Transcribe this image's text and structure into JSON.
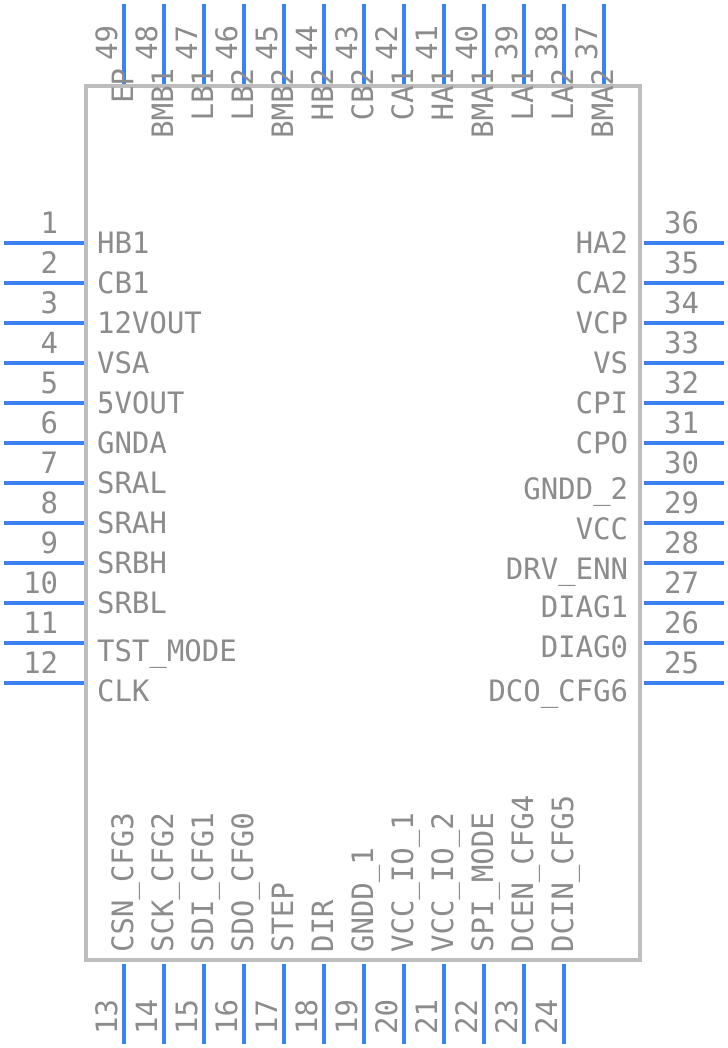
{
  "pins": {
    "left": [
      {
        "number": "1",
        "name": "HB1"
      },
      {
        "number": "2",
        "name": "CB1"
      },
      {
        "number": "3",
        "name": "12VOUT"
      },
      {
        "number": "4",
        "name": "VSA"
      },
      {
        "number": "5",
        "name": "5VOUT"
      },
      {
        "number": "6",
        "name": "GNDA"
      },
      {
        "number": "7",
        "name": "SRAL"
      },
      {
        "number": "8",
        "name": "SRAH"
      },
      {
        "number": "9",
        "name": "SRBH"
      },
      {
        "number": "10",
        "name": "SRBL"
      },
      {
        "number": "11",
        "name": "TST_MODE"
      },
      {
        "number": "12",
        "name": "CLK"
      }
    ],
    "right": [
      {
        "number": "36",
        "name": "HA2"
      },
      {
        "number": "35",
        "name": "CA2"
      },
      {
        "number": "34",
        "name": "VCP"
      },
      {
        "number": "33",
        "name": "VS"
      },
      {
        "number": "32",
        "name": "CPI"
      },
      {
        "number": "31",
        "name": "CPO"
      },
      {
        "number": "30",
        "name": "GNDD_2"
      },
      {
        "number": "29",
        "name": "VCC"
      },
      {
        "number": "28",
        "name": "DRV_ENN"
      },
      {
        "number": "27",
        "name": "DIAG1"
      },
      {
        "number": "26",
        "name": "DIAG0"
      },
      {
        "number": "25",
        "name": "DCO_CFG6"
      }
    ],
    "top": [
      {
        "number": "49",
        "name": "EP"
      },
      {
        "number": "48",
        "name": "BMB1"
      },
      {
        "number": "47",
        "name": "LB1"
      },
      {
        "number": "46",
        "name": "LB2"
      },
      {
        "number": "45",
        "name": "BMB2"
      },
      {
        "number": "44",
        "name": "HB2"
      },
      {
        "number": "43",
        "name": "CB2"
      },
      {
        "number": "42",
        "name": "CA1"
      },
      {
        "number": "41",
        "name": "HA1"
      },
      {
        "number": "40",
        "name": "BMA1"
      },
      {
        "number": "39",
        "name": "LA1"
      },
      {
        "number": "38",
        "name": "LA2"
      },
      {
        "number": "37",
        "name": "BMA2"
      }
    ],
    "bottom": [
      {
        "number": "13",
        "name": "CSN_CFG3"
      },
      {
        "number": "14",
        "name": "SCK_CFG2"
      },
      {
        "number": "15",
        "name": "SDI_CFG1"
      },
      {
        "number": "16",
        "name": "SDO_CFG0"
      },
      {
        "number": "17",
        "name": "STEP"
      },
      {
        "number": "18",
        "name": "DIR"
      },
      {
        "number": "19",
        "name": "GNDD_1"
      },
      {
        "number": "20",
        "name": "VCC_IO_1"
      },
      {
        "number": "21",
        "name": "VCC_IO_2"
      },
      {
        "number": "22",
        "name": "SPI_MODE"
      },
      {
        "number": "23",
        "name": "DCEN_CFG4"
      },
      {
        "number": "24",
        "name": "DCIN_CFG5"
      }
    ]
  },
  "colors": {
    "pin": "#3b82f6",
    "outline": "#bdbdbd",
    "text": "#8c8c8c"
  }
}
